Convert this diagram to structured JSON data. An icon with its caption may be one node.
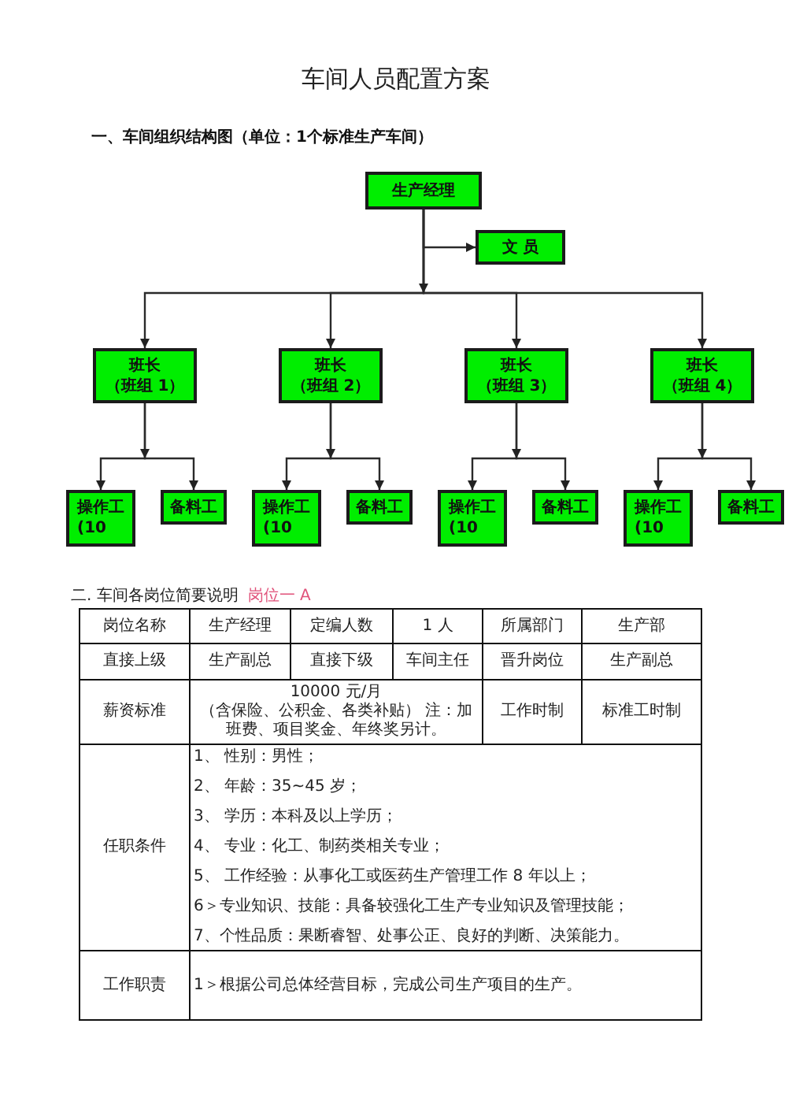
{
  "diagram": {
    "title": "车间人员配置方案",
    "nodes": [
      {
        "text": [
          "生产经理"
        ]
      },
      {
        "text": [
          "文 员"
        ]
      },
      {
        "text": [
          "班长",
          "（班组 1）"
        ]
      },
      {
        "text": [
          "班长",
          "（班组 2）"
        ]
      },
      {
        "text": [
          "班长",
          "（班组 3）"
        ]
      },
      {
        "text": [
          "班长",
          "（班组 4）"
        ]
      },
      {
        "text": [
          "操作工 (10"
        ]
      },
      {
        "text": [
          "备料工"
        ]
      },
      {
        "text": [
          "操作工 (10"
        ]
      },
      {
        "text": [
          "备料工"
        ]
      },
      {
        "text": [
          "操作工 (10"
        ]
      },
      {
        "text": [
          "备料工"
        ]
      },
      {
        "text": [
          "操作工 (10"
        ]
      },
      {
        "text": [
          "备料工"
        ]
      }
    ],
    "edges": [
      {
        "from": 0,
        "to": 1,
        "arrow": "to"
      },
      {
        "from": 0,
        "to": 2,
        "arrow": "to"
      },
      {
        "from": 0,
        "to": 3,
        "arrow": "to"
      },
      {
        "from": 0,
        "to": 4,
        "arrow": "to"
      },
      {
        "from": 0,
        "to": 5,
        "arrow": "to"
      },
      {
        "from": 2,
        "to": 6,
        "arrow": "to"
      },
      {
        "from": 2,
        "to": 7,
        "arrow": "to"
      },
      {
        "from": 3,
        "to": 8,
        "arrow": "to"
      },
      {
        "from": 3,
        "to": 9,
        "arrow": "to"
      },
      {
        "from": 4,
        "to": 10,
        "arrow": "to"
      },
      {
        "from": 4,
        "to": 11,
        "arrow": "to"
      },
      {
        "from": 5,
        "to": 12,
        "arrow": "to"
      },
      {
        "from": 5,
        "to": 13,
        "arrow": "to"
      }
    ],
    "labels": [
      "一、车间组织结构图（单位：1个标准生产车间）",
      "二. 车间各岗位简要说明",
      "岗位一 A",
      "岗位名称",
      "生产经理",
      "定编人数",
      "1 人",
      "所属部门",
      "生产部",
      "直接上级",
      "生产副总",
      "直接下级",
      "车间主任",
      "晋升岗位",
      "生产副总",
      "薪资标准",
      "10000 元/月",
      "（含保险、公积金、各类补贴） 注：加班费、项目奖金、年终奖另计。",
      "工作时制",
      "标准工时制",
      "任职条件",
      "1、 性别：男性；",
      "2、 年龄：35~45 岁；",
      "3、 学历：本科及以上学历；",
      "4、 专业：化工、制药类相关专业；",
      "5、 工作经验：从事化工或医药生产管理工作 8 年以上；",
      "6＞专业知识、技能：具备较强化工生产专业知识及管理技能；",
      "7、个性品质：果断睿智、处事公正、良好的判断、决策能力。",
      "工作职责",
      "1＞根据公司总体经营目标，完成公司生产项目的生产。"
    ]
  }
}
